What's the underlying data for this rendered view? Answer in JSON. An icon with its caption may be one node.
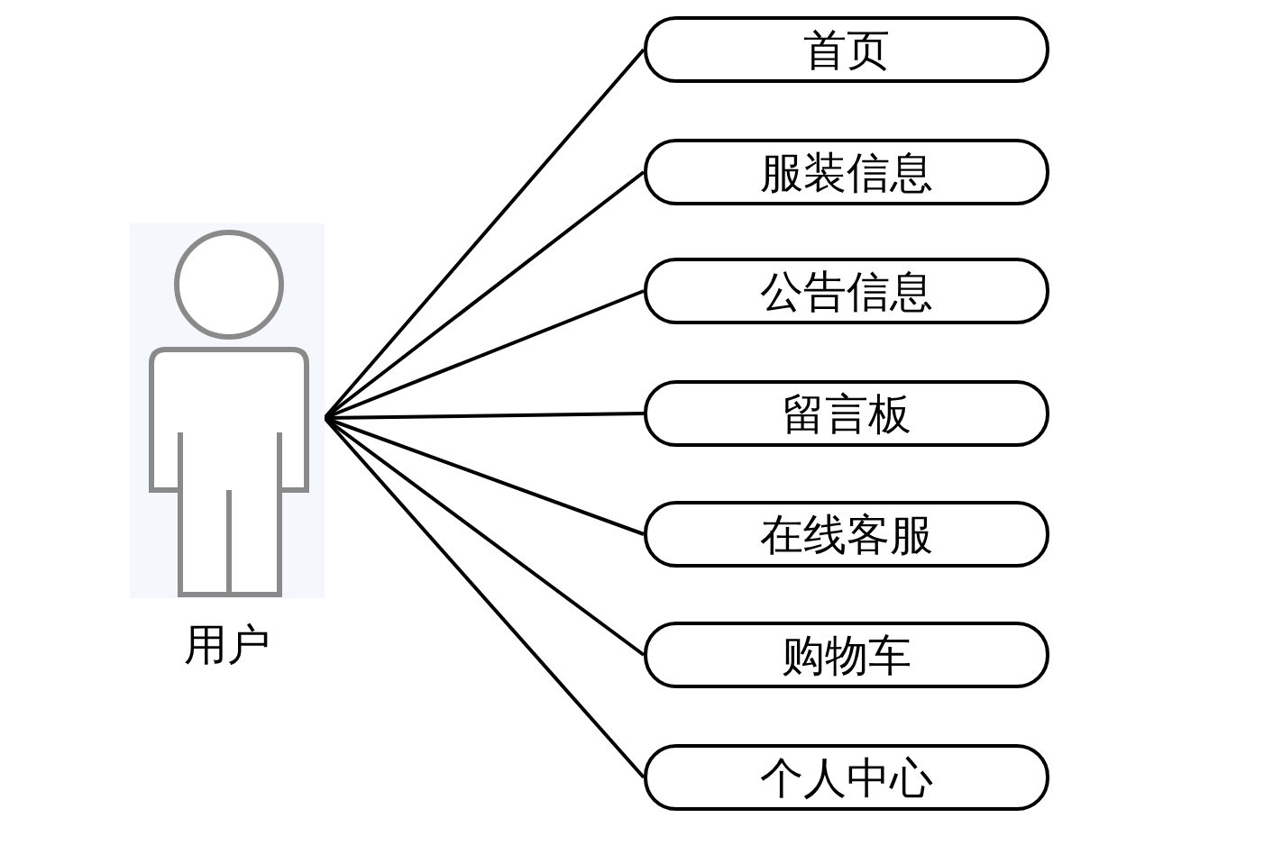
{
  "diagram": {
    "nodes": [
      {
        "text": [
          "用户"
        ]
      },
      {
        "text": [
          "首页"
        ]
      },
      {
        "text": [
          "服装信息"
        ]
      },
      {
        "text": [
          "公告信息"
        ]
      },
      {
        "text": [
          "留言板"
        ]
      },
      {
        "text": [
          "在线客服"
        ]
      },
      {
        "text": [
          "购物车"
        ]
      },
      {
        "text": [
          "个人中心"
        ]
      }
    ],
    "edges": [
      {
        "from": 0,
        "to": 1,
        "arrow": "none"
      },
      {
        "from": 0,
        "to": 2,
        "arrow": "none"
      },
      {
        "from": 0,
        "to": 3,
        "arrow": "none"
      },
      {
        "from": 0,
        "to": 4,
        "arrow": "none"
      },
      {
        "from": 0,
        "to": 5,
        "arrow": "none"
      },
      {
        "from": 0,
        "to": 6,
        "arrow": "none"
      },
      {
        "from": 0,
        "to": 7,
        "arrow": "none"
      }
    ]
  }
}
